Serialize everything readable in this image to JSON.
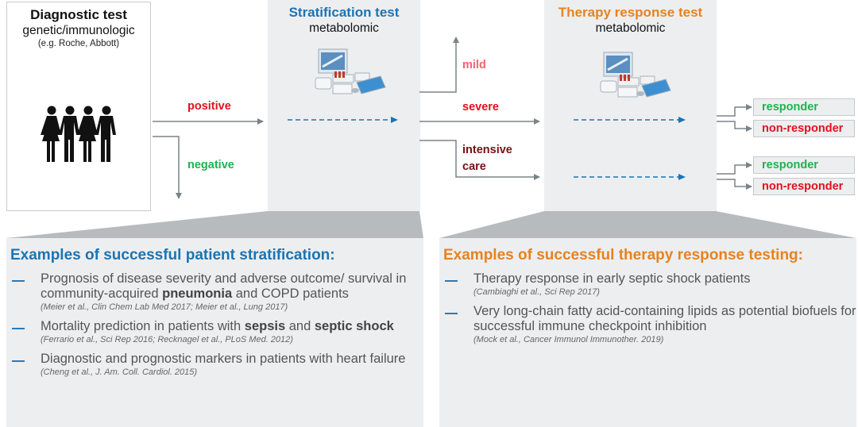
{
  "diagnostic": {
    "title": "Diagnostic test",
    "subtitle": "genetic/immunologic",
    "note": "(e.g. Roche, Abbott)",
    "icon": "people-group-icon"
  },
  "stratification": {
    "title": "Stratification test",
    "subtitle": "metabolomic",
    "icon": "lab-equipment-icon"
  },
  "therapy": {
    "title": "Therapy response test",
    "subtitle": "metabolomic",
    "icon": "lab-equipment-icon"
  },
  "branches": {
    "positive": "positive",
    "negative": "negative",
    "mild": "mild",
    "severe": "severe",
    "intensive_care_line1": "intensive",
    "intensive_care_line2": "care"
  },
  "outcomes": [
    {
      "label": "responder",
      "color": "#1db34f"
    },
    {
      "label": "non-responder",
      "color": "#e3101e"
    },
    {
      "label": "responder",
      "color": "#1db34f"
    },
    {
      "label": "non-responder",
      "color": "#e3101e"
    }
  ],
  "colors": {
    "stratification": "#1a74b5",
    "therapy": "#e8821e",
    "positive": "#e3101e",
    "negative": "#1db34f",
    "mild": "#f0636e",
    "severe": "#e3101e",
    "intensive": "#7a1018",
    "arrow": "#7b8388",
    "dashed_arrow": "#1a74b5"
  },
  "left_panel": {
    "heading": "Examples of successful patient stratification:",
    "items": [
      {
        "text_parts": [
          "Prognosis of disease severity and adverse outcome/ survival in community-acquired ",
          "pneumonia",
          " and COPD patients"
        ],
        "citation": "(Meier et al., Clin Chem Lab Med 2017; Meier et al., Lung 2017)"
      },
      {
        "text_parts": [
          "Mortality prediction in patients with ",
          "sepsis",
          " and ",
          "septic shock"
        ],
        "citation": "(Ferrario et al., Sci Rep 2016; Recknagel et al., PLoS Med. 2012)"
      },
      {
        "text_parts": [
          "Diagnostic and prognostic markers in patients with heart failure"
        ],
        "citation": "(Cheng et al., J. Am. Coll. Cardiol. 2015)"
      }
    ]
  },
  "right_panel": {
    "heading": "Examples of successful therapy response testing:",
    "items": [
      {
        "text_parts": [
          "Therapy response in early septic shock patients"
        ],
        "citation": "(Cambiaghi et al., Sci Rep 2017)"
      },
      {
        "text_parts": [
          "Very long-chain fatty acid-containing lipids as potential biofuels for successful immune checkpoint inhibition"
        ],
        "citation": "(Mock et al., Cancer Immunol Immunother. 2019)"
      }
    ]
  }
}
